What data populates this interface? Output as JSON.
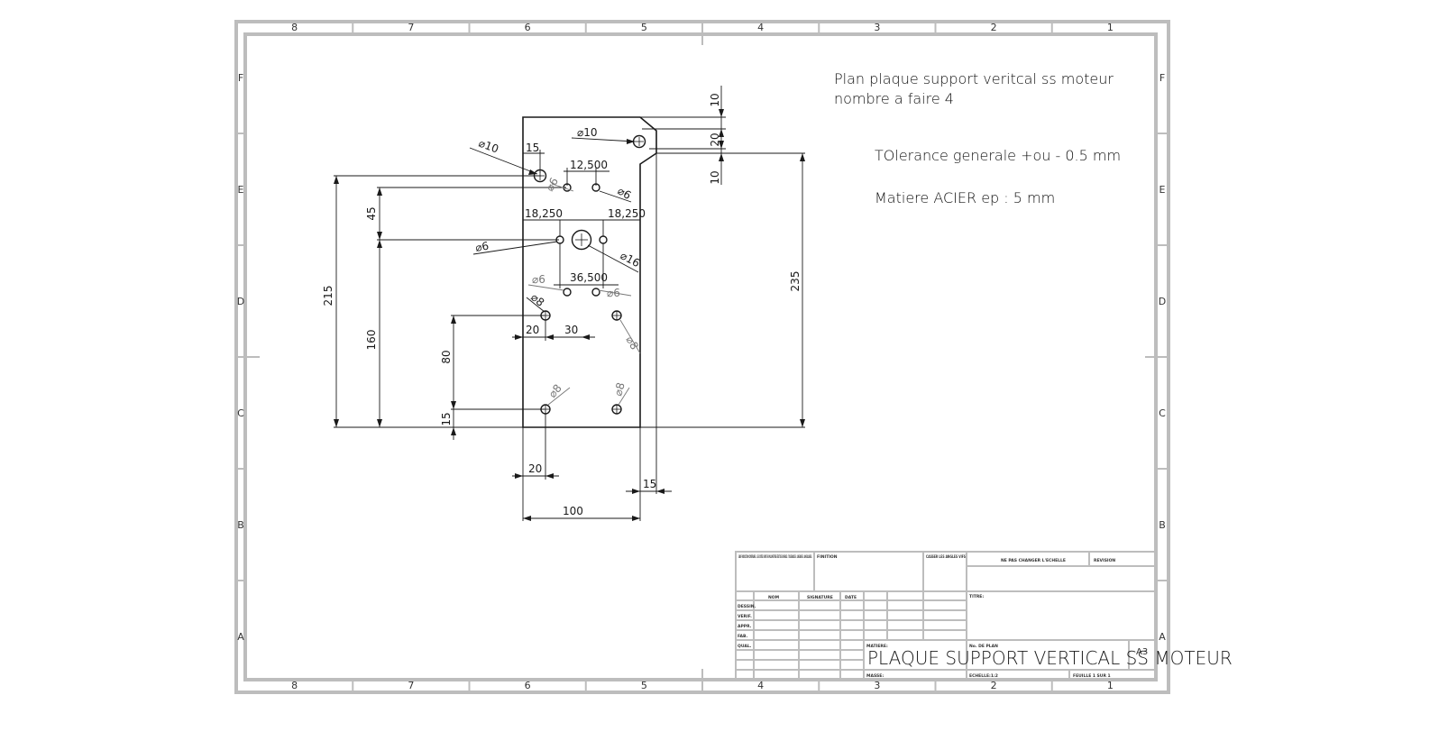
{
  "border": {
    "columns": [
      "8",
      "7",
      "6",
      "5",
      "4",
      "3",
      "2",
      "1"
    ],
    "rows": [
      "F",
      "E",
      "D",
      "C",
      "B",
      "A"
    ]
  },
  "notes": {
    "title_line1": "Plan plaque support veritcal ss moteur",
    "title_line2": "nombre a faire 4",
    "tolerance": "TOlerance generale +ou - 0.5 mm",
    "material": "Matiere ACIER  ep : 5 mm"
  },
  "dimensions": {
    "top_10a": "10",
    "top_20": "20",
    "top_10b": "10",
    "d10_top": "⌀10",
    "d10_left": "⌀10",
    "x15_top": "15",
    "x12_5": "12,500",
    "d6_upper_left": "⌀6",
    "d6_upper_right": "⌀6",
    "y18_25_left": "18,250",
    "y18_25_right": "18,250",
    "d6_mid": "⌀6",
    "d16": "⌀16",
    "y45": "45",
    "y215": "215",
    "y235": "235",
    "d6_lower_left": "⌀6",
    "x36_5": "36,500",
    "d6_lower_right": "⌀6",
    "d8_mid_left": "⌀8",
    "d8_mid_right": "⌀8",
    "x20_mid": "20",
    "x30": "30",
    "y160": "160",
    "y80": "80",
    "y15": "15",
    "d8_bottom_left": "⌀8",
    "d8_bottom_right": "⌀8",
    "x20_bottom": "20",
    "x15_bottom": "15",
    "x100": "100"
  },
  "title_block": {
    "part_name": "PLAQUE SUPPORT  VERTICAL SS MOTEUR",
    "sheet_size": "A3",
    "rows": [
      "DESSIN.",
      "VERIF.",
      "APPR.",
      "FAB.",
      "QUAL."
    ],
    "header_nom": "NOM",
    "header_signature": "SIGNATURE",
    "header_date": "DATE",
    "label_finition": "FINITION",
    "label_titre": "TITRE:",
    "label_matiere": "MATIERE:",
    "label_no_plan": "No. DE PLAN",
    "label_masse": "MASSE:",
    "label_echelle": "ECHELLE:1:2",
    "label_feuille": "FEUILLE 1 SUR 1",
    "label_cassure": "CASSER LES ANGLES VIFS",
    "label_no_revision": "NE PAS CHANGER L'ECHELLE",
    "label_revision": "REVISION",
    "label_cotes": "SAUF INDICATION CONTRAIRE : LES COTES SONT EN MILLIMETRES ETAT DE SURFACE : TOLERANCES : LINEAIRES : ANGULAIRES :"
  }
}
